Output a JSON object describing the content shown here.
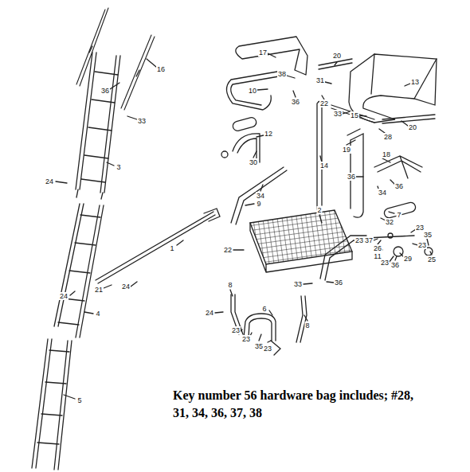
{
  "diagram": {
    "labels": [
      "16",
      "36",
      "33",
      "3",
      "24",
      "24",
      "4",
      "21",
      "24",
      "1",
      "5",
      "17",
      "10",
      "38",
      "36",
      "20",
      "13",
      "31",
      "22",
      "33",
      "15",
      "20",
      "28",
      "12",
      "30",
      "19",
      "14",
      "18",
      "36",
      "36",
      "34",
      "34",
      "9",
      "2",
      "7",
      "32",
      "22",
      "23",
      "37",
      "26",
      "11",
      "29",
      "23",
      "35",
      "23",
      "25",
      "23",
      "36",
      "33",
      "36",
      "8",
      "24",
      "6",
      "8",
      "23",
      "23",
      "35",
      "23",
      "Key number 56 hardware bag includes; #28, 31, 34, 36, 37, 38"
    ]
  }
}
